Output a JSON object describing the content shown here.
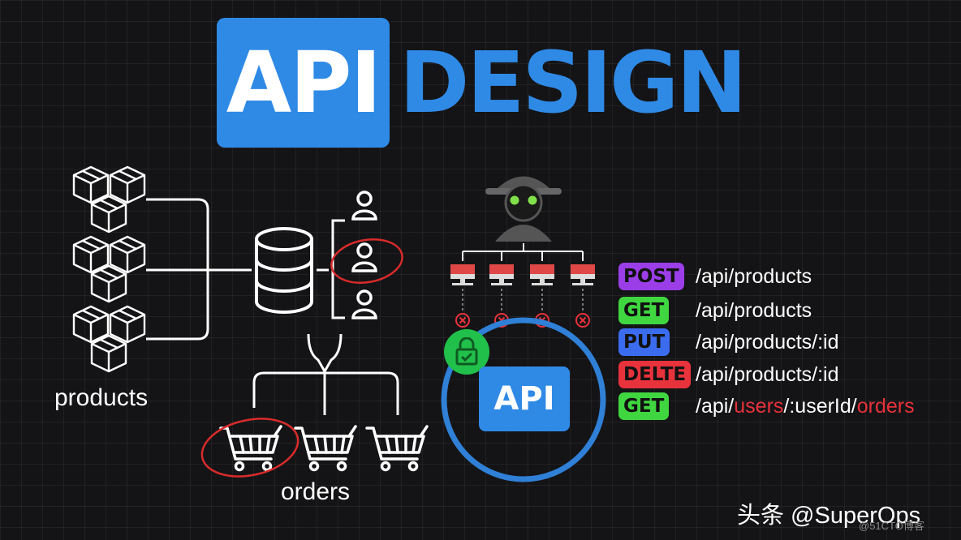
{
  "title": {
    "api": "API",
    "design": "DESIGN"
  },
  "labels": {
    "products": "products",
    "orders": "orders"
  },
  "center_box": {
    "label": "API"
  },
  "endpoints": [
    {
      "method": "POST",
      "path": "/api/products"
    },
    {
      "method": "GET",
      "path": "/api/products"
    },
    {
      "method": "PUT",
      "path": "/api/products/:id"
    },
    {
      "method": "DELTE",
      "path": "/api/products/:id"
    },
    {
      "method": "GET",
      "path_parts": [
        "/api/",
        "users",
        "/:userId/",
        "orders"
      ]
    }
  ],
  "watermark": {
    "main": "头条 @SuperOps",
    "sub": "@51CTO博客"
  },
  "colors": {
    "accent_blue": "#2f8ae6",
    "post": "#9b3ee8",
    "get": "#3fd640",
    "put": "#3b6cf0",
    "delete": "#e8323c",
    "lock_green": "#21c04a",
    "highlight_red": "#d92b2b"
  },
  "icons": [
    "box-icon",
    "database-icon",
    "user-icon",
    "shopping-cart-icon",
    "hacker-icon",
    "server-icon",
    "blocked-icon",
    "lock-icon"
  ]
}
